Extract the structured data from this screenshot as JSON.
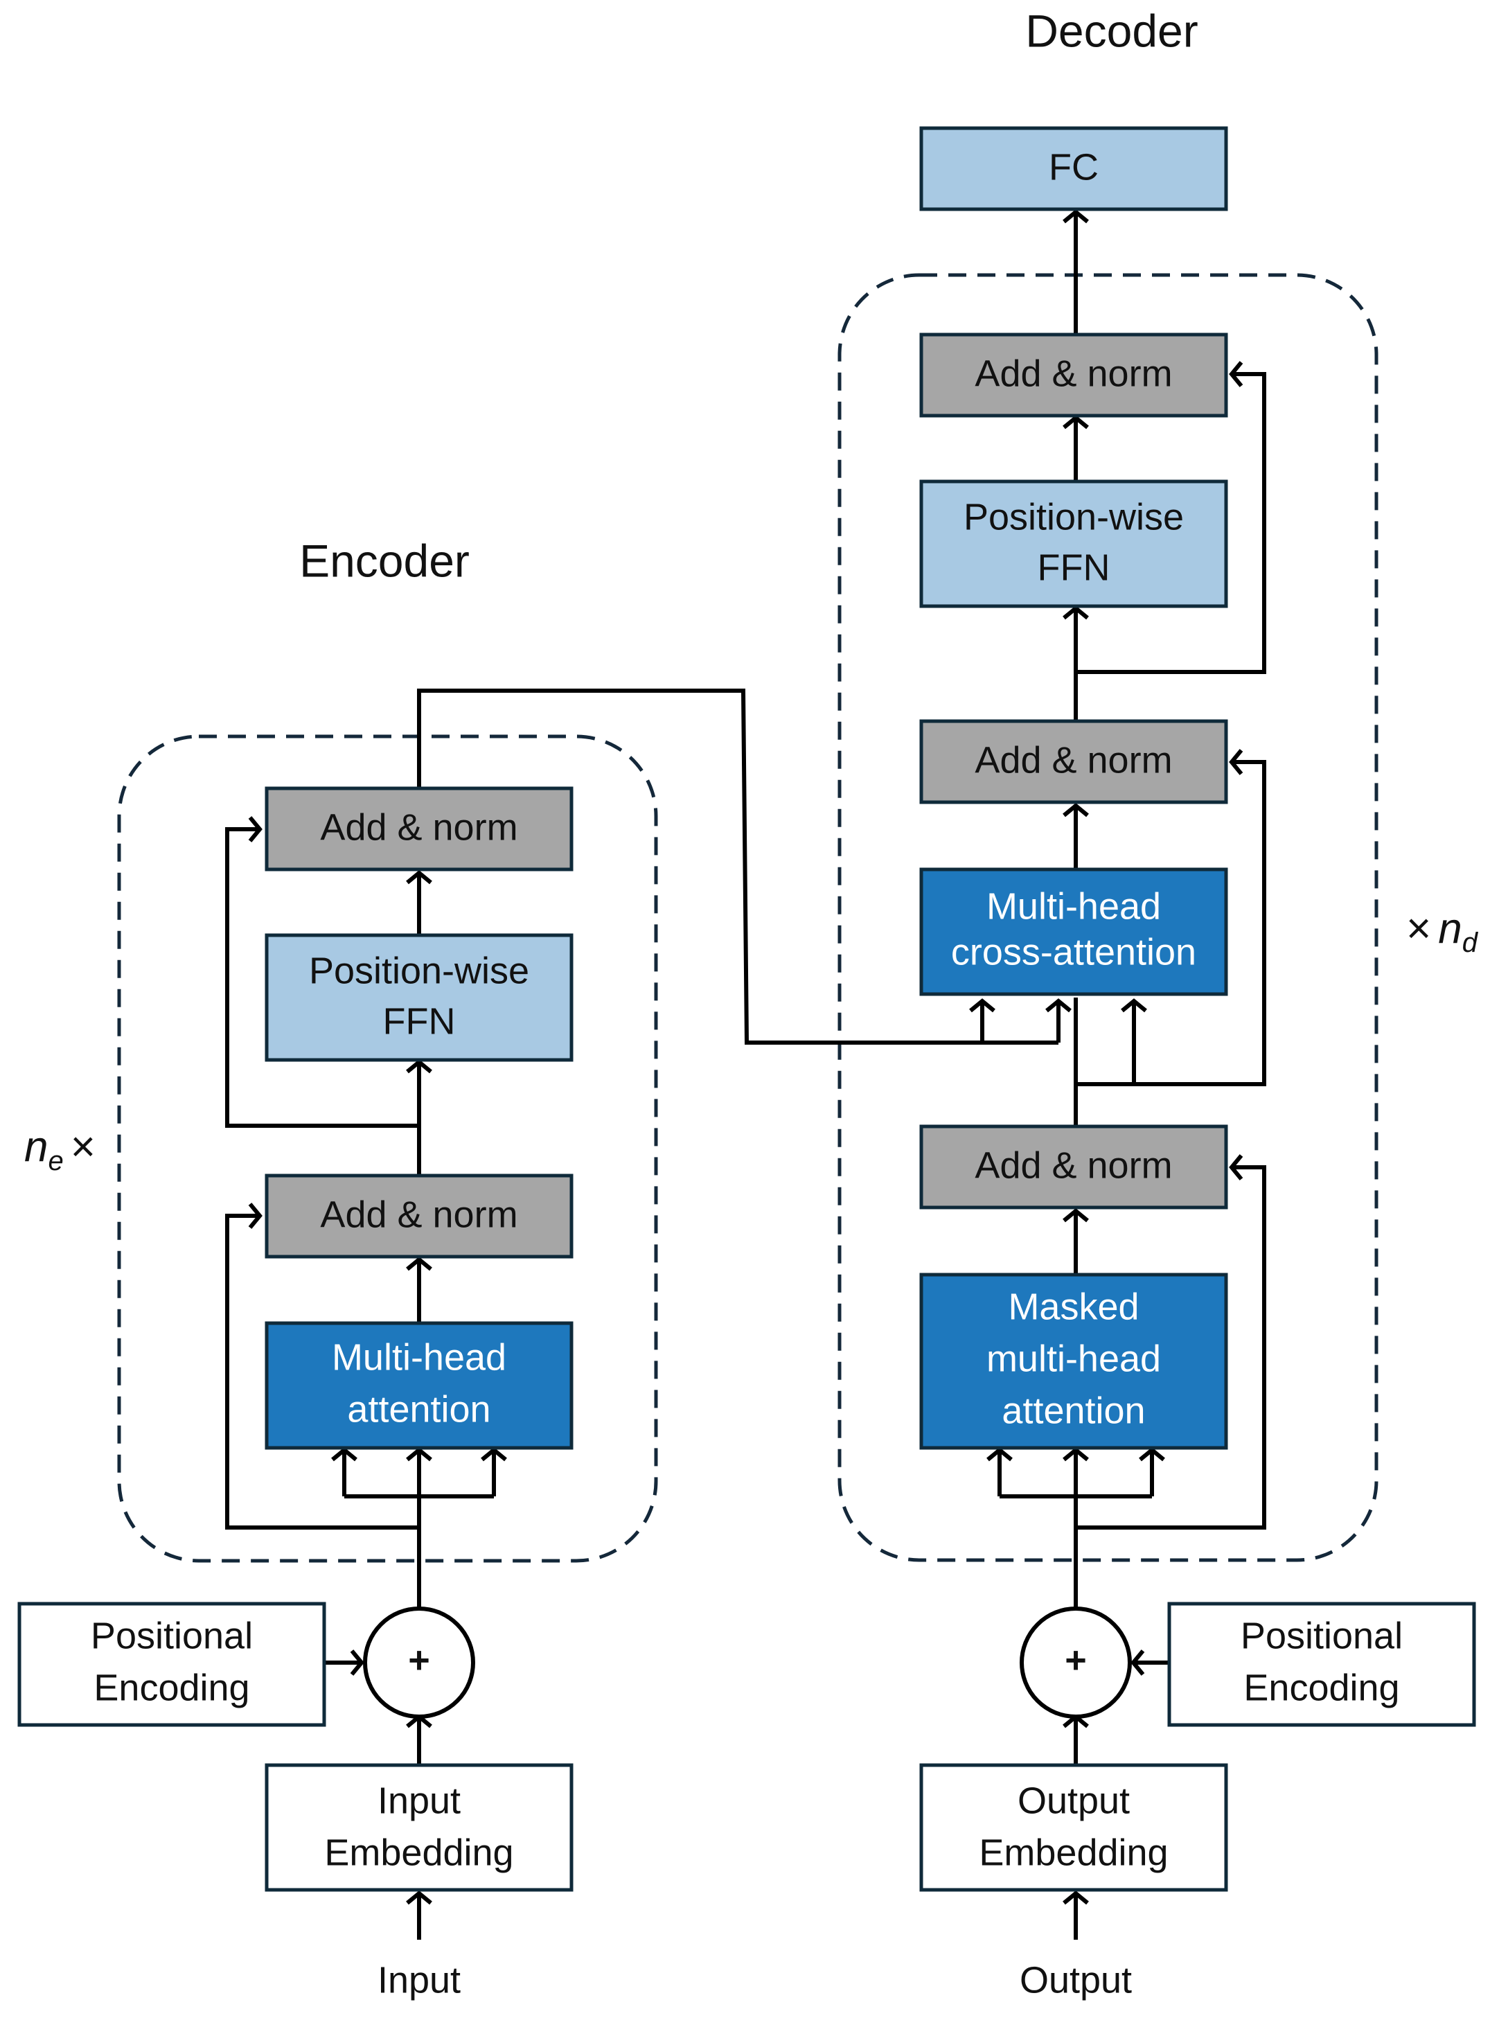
{
  "encoder": {
    "title": "Encoder",
    "repeat_var": "n",
    "repeat_sub": "e",
    "repeat_sym": "×",
    "add_norm_top": "Add & norm",
    "ffn_line1": "Position-wise",
    "ffn_line2": "FFN",
    "add_norm_bottom": "Add & norm",
    "attention_line1": "Multi-head",
    "attention_line2": "attention",
    "plus": "+",
    "pos_enc_line1": "Positional",
    "pos_enc_line2": "Encoding",
    "embed_line1": "Input",
    "embed_line2": "Embedding",
    "input_label": "Input"
  },
  "decoder": {
    "title": "Decoder",
    "repeat_sym": "×",
    "repeat_var": "n",
    "repeat_sub": "d",
    "fc": "FC",
    "add_norm_top": "Add & norm",
    "ffn_line1": "Position-wise",
    "ffn_line2": "FFN",
    "add_norm_mid": "Add & norm",
    "cross_line1": "Multi-head",
    "cross_line2": "cross-attention",
    "add_norm_bottom": "Add & norm",
    "masked_line1": "Masked",
    "masked_line2": "multi-head",
    "masked_line3": "attention",
    "plus": "+",
    "pos_enc_line1": "Positional",
    "pos_enc_line2": "Encoding",
    "embed_line1": "Output",
    "embed_line2": "Embedding",
    "output_label": "Output"
  },
  "colors": {
    "attention_blue": "#1e78bd",
    "light_blue": "#a8c9e3",
    "norm_gray": "#a6a6a6",
    "border": "#0f2a3a"
  }
}
